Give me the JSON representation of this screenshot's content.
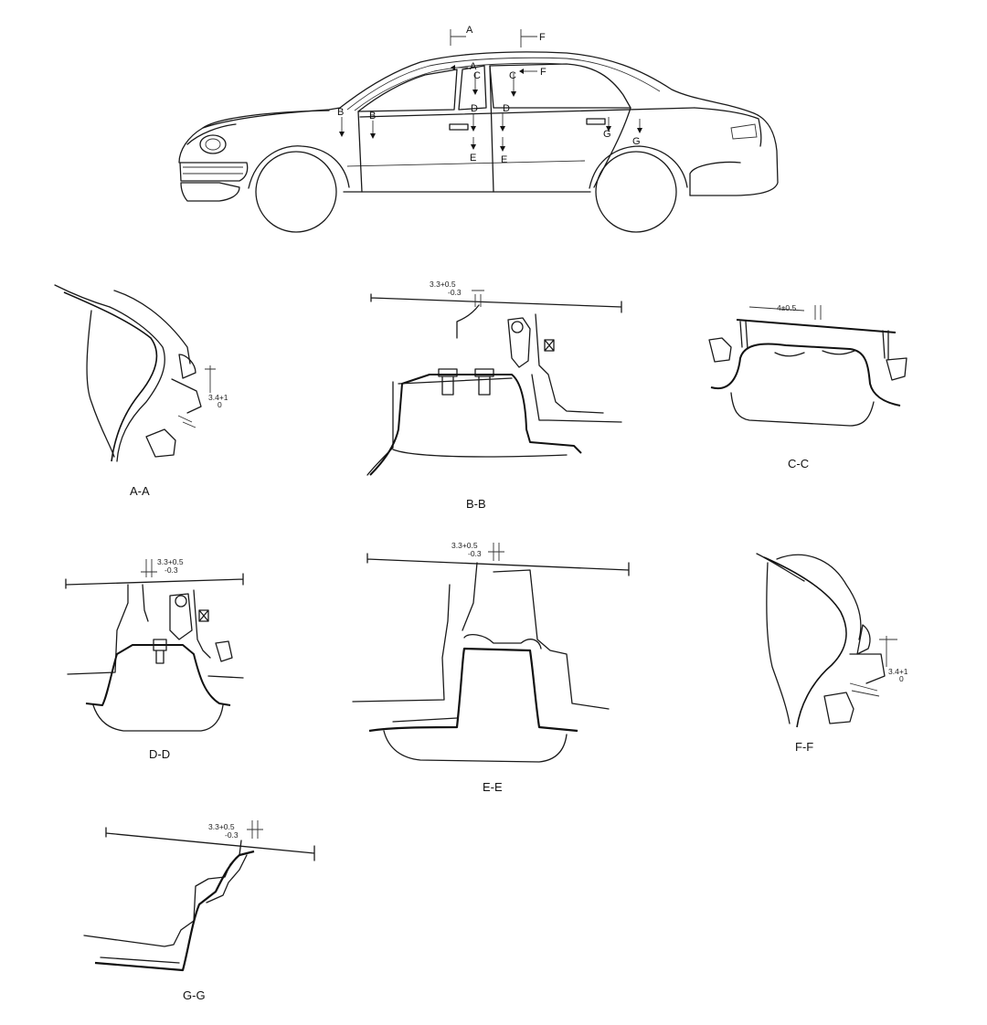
{
  "car_markers": [
    "A",
    "F",
    "C",
    "C",
    "F",
    "B",
    "B",
    "D",
    "D",
    "E",
    "E",
    "G",
    "G",
    "A"
  ],
  "sections": [
    {
      "id": "A-A",
      "label": "A-A",
      "dim": "3.4+1",
      "dim_sub": "0"
    },
    {
      "id": "B-B",
      "label": "B-B",
      "dim": "3.3+0.5",
      "dim_sub": "-0.3"
    },
    {
      "id": "C-C",
      "label": "C-C",
      "dim": "4±0.5"
    },
    {
      "id": "D-D",
      "label": "D-D",
      "dim": "3.3+0.5",
      "dim_sub": "-0.3"
    },
    {
      "id": "E-E",
      "label": "E-E",
      "dim": "3.3+0.5",
      "dim_sub": "-0.3"
    },
    {
      "id": "F-F",
      "label": "F-F",
      "dim": "3.4+1",
      "dim_sub": "0"
    },
    {
      "id": "G-G",
      "label": "G-G",
      "dim": "3.3+0.5",
      "dim_sub": "-0.3"
    }
  ]
}
